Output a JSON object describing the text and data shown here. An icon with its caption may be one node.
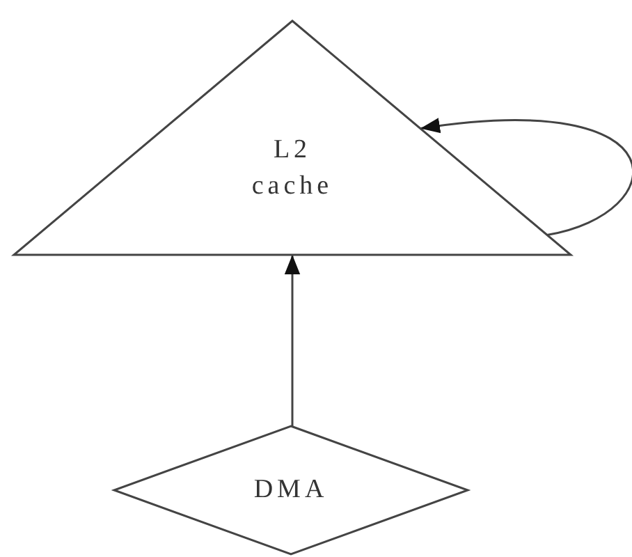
{
  "diagram": {
    "nodes": [
      {
        "text": [
          "L2 cache"
        ]
      },
      {
        "text": [
          "DMA"
        ]
      }
    ],
    "edges": [
      {
        "from": 0,
        "to": 0,
        "arrow": "to"
      },
      {
        "from": 1,
        "to": 0,
        "arrow": "to"
      }
    ]
  }
}
